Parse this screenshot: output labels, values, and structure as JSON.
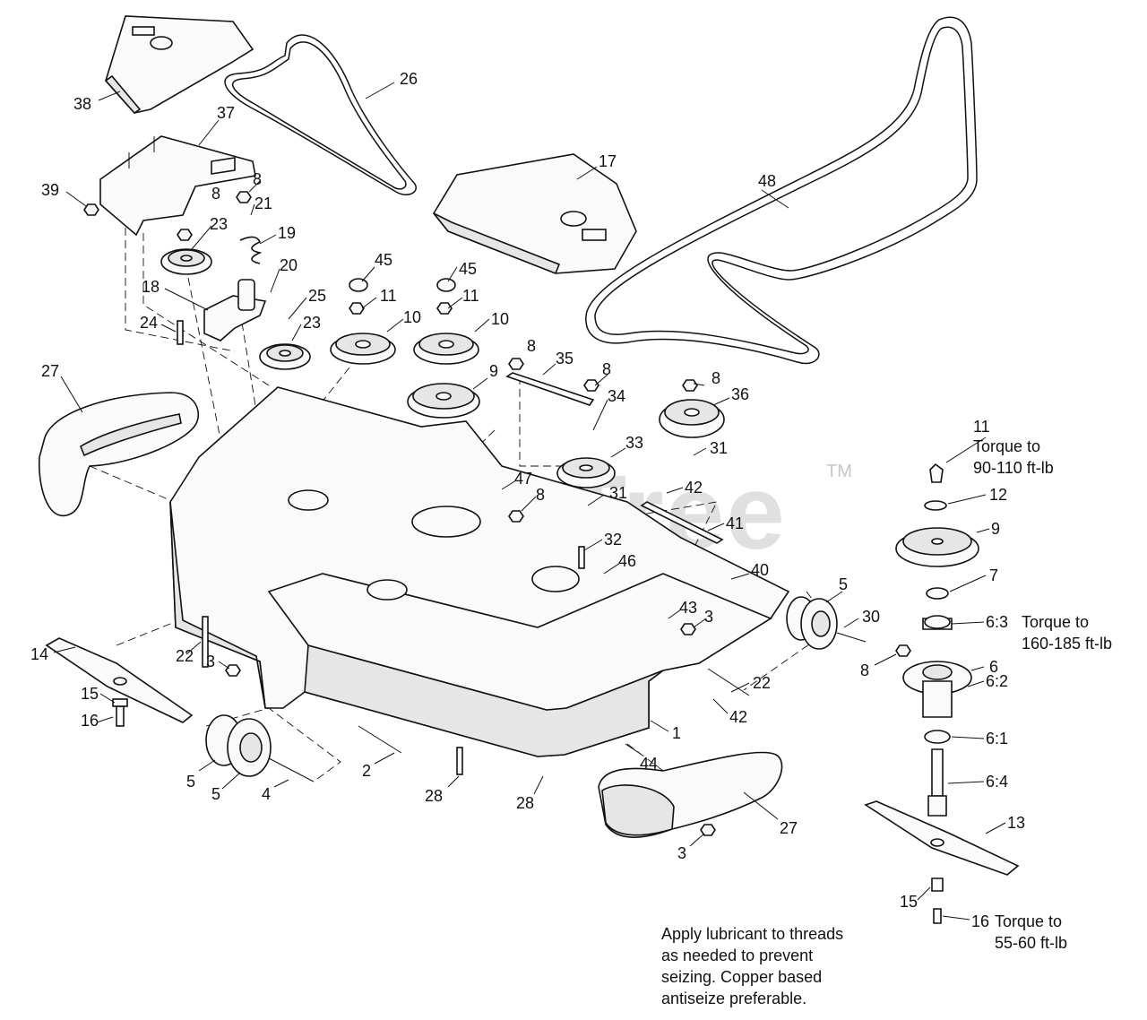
{
  "watermark": {
    "text": "PartsTree",
    "tm": "TM"
  },
  "callouts": [
    "38",
    "26",
    "37",
    "39",
    "8",
    "21",
    "23",
    "19",
    "20",
    "18",
    "24",
    "25",
    "45",
    "11",
    "10",
    "17",
    "48",
    "27",
    "9",
    "35",
    "34",
    "36",
    "33",
    "31",
    "47",
    "42",
    "41",
    "32",
    "46",
    "40",
    "43",
    "3",
    "5",
    "30",
    "22",
    "14",
    "15",
    "16",
    "2",
    "4",
    "28",
    "44",
    "1",
    "12",
    "7",
    "6:3",
    "6",
    "6:2",
    "6:1",
    "6:4",
    "13"
  ],
  "torque": {
    "t1_line1": "Torque to",
    "t1_line2": "90-110 ft-lb",
    "t2_line1": "Torque to",
    "t2_line2": "160-185 ft-lb",
    "t3_line1": "Torque to",
    "t3_line2": "55-60 ft-lb"
  },
  "note": {
    "line1": "Apply lubricant to threads",
    "line2": "as needed to prevent",
    "line3": "seizing. Copper based",
    "line4": "antiseize preferable."
  }
}
